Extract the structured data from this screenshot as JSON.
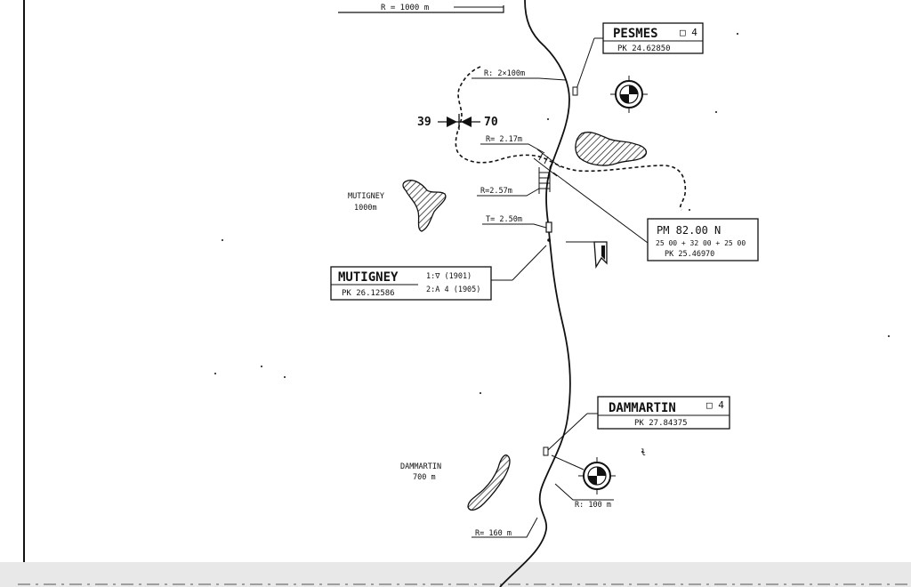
{
  "colors": {
    "ink": "#111111",
    "paper": "#ffffff",
    "bottom_band": "#e8e8e8"
  },
  "top_radius": "R = 1000 m",
  "pesmes": {
    "name": "PESMES",
    "symbol": "□ 4",
    "pk": "PK 24.62850"
  },
  "radius_2x100": "R: 2×100m",
  "gauge": {
    "left": "39",
    "right": "70"
  },
  "radius_217": "R= 2.17m",
  "radius_257": "R=2.57m",
  "tangent_250": "T= 2.50m",
  "pm_box": {
    "title": "PM 82.00 N",
    "spans": "25 00 + 32 00 + 25 00",
    "pk": "PK 25.46970"
  },
  "mutigney_village": {
    "name": "MUTIGNEY",
    "alt": "1000m"
  },
  "mutigney_station": {
    "name": "MUTIGNEY",
    "pk": "PK 26.12586",
    "note1": "1:∇  (1901)",
    "note2": "2:A 4 (1905)"
  },
  "dammartin_station": {
    "name": "DAMMARTIN",
    "symbol": "□ 4",
    "pk": "PK 27.84375"
  },
  "dammartin_village": {
    "name": "DAMMARTIN",
    "alt": "700 m"
  },
  "radius_100": "R: 100 m",
  "radius_160": "R= 160 m"
}
